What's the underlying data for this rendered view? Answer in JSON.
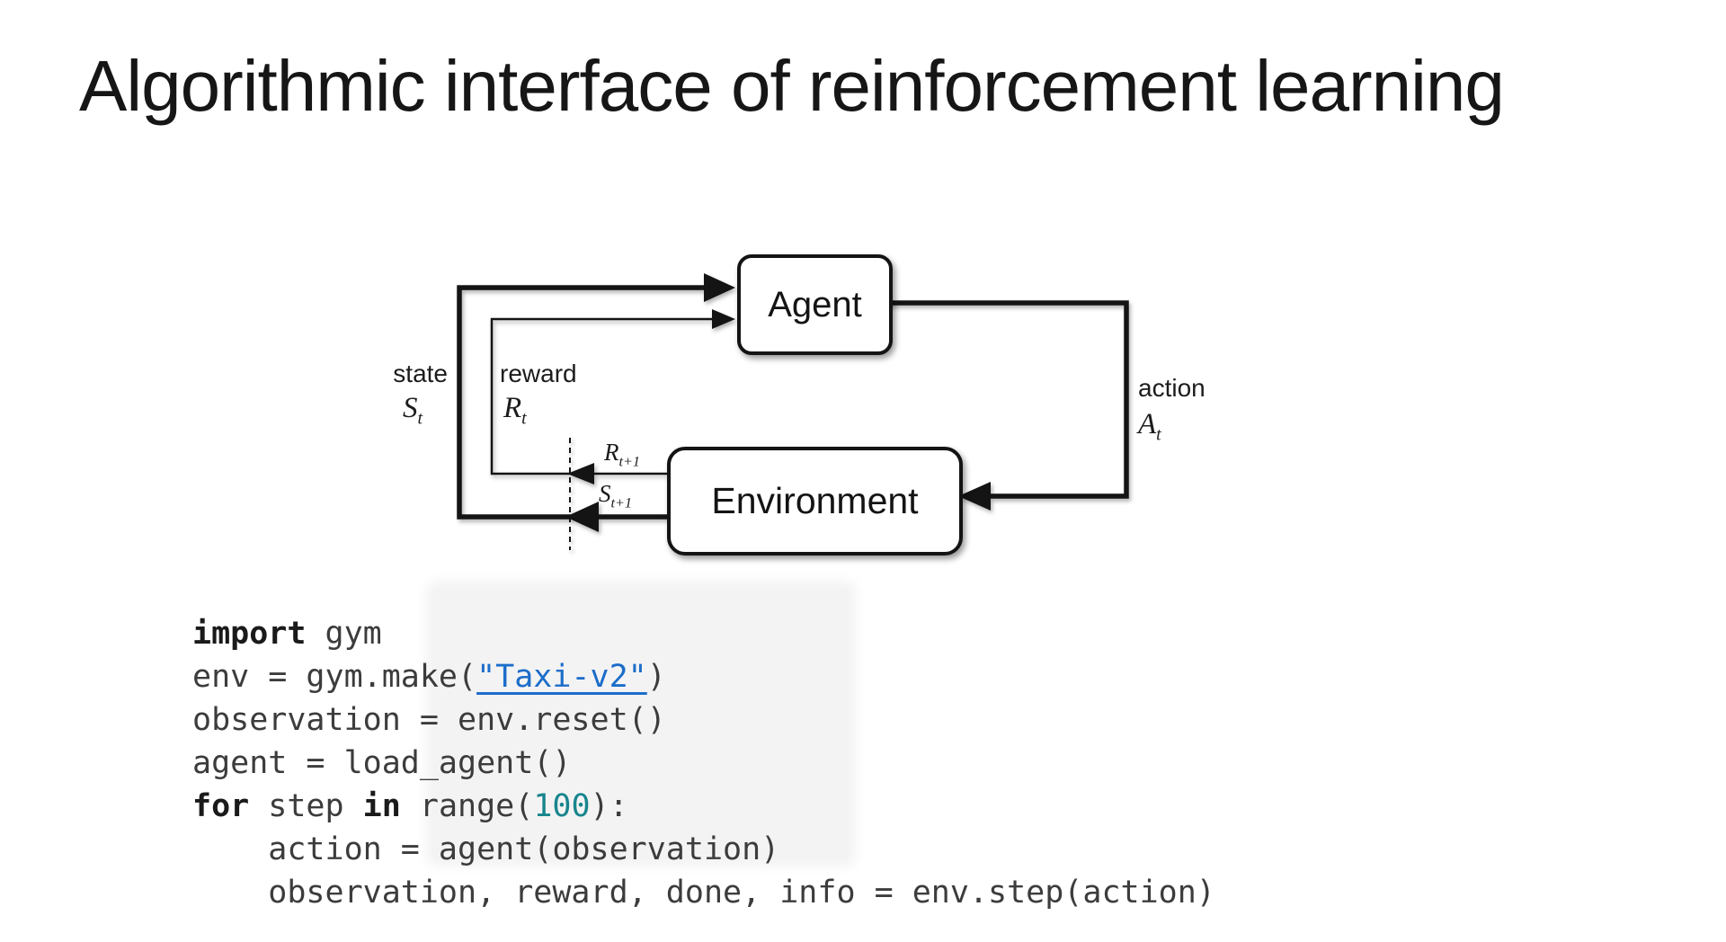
{
  "slide": {
    "title": "Algorithmic interface of reinforcement learning",
    "title_color": "#161616",
    "background": "#ffffff"
  },
  "diagram": {
    "agent_label": "Agent",
    "environment_label": "Environment",
    "labels": {
      "state": "state",
      "reward": "reward",
      "action": "action",
      "state_sym": {
        "base": "S",
        "sub": "t"
      },
      "reward_sym": {
        "base": "R",
        "sub": "t"
      },
      "action_sym": {
        "base": "A",
        "sub": "t"
      },
      "next_reward_sym": {
        "base": "R",
        "sub": "t+1"
      },
      "next_state_sym": {
        "base": "S",
        "sub": "t+1"
      }
    },
    "colors": {
      "line": "#141414",
      "label": "#1c1c1c"
    }
  },
  "code": {
    "colors": {
      "keyword": "#1a1a1a",
      "plain": "#3c3c3c",
      "link": "#1c6dc9",
      "number": "#17858d",
      "highlight_bg": "#f3f3f4"
    },
    "lines": [
      [
        {
          "t": "import",
          "s": "kw"
        },
        {
          "t": " gym",
          "s": "p"
        }
      ],
      [
        {
          "t": "env = gym.make(",
          "s": "p"
        },
        {
          "t": "\"Taxi-v2\"",
          "s": "link"
        },
        {
          "t": ")",
          "s": "p"
        }
      ],
      [
        {
          "t": "observation = env.reset()",
          "s": "p"
        }
      ],
      [
        {
          "t": "agent = load_agent()",
          "s": "p"
        }
      ],
      [
        {
          "t": "for",
          "s": "kw"
        },
        {
          "t": " step ",
          "s": "p"
        },
        {
          "t": "in",
          "s": "kw"
        },
        {
          "t": " range(",
          "s": "p"
        },
        {
          "t": "100",
          "s": "num"
        },
        {
          "t": "):",
          "s": "p"
        }
      ],
      [
        {
          "t": "    action = agent(observation)",
          "s": "p"
        }
      ],
      [
        {
          "t": "    observation, reward, done, info = env.step(action)",
          "s": "p"
        }
      ]
    ]
  }
}
